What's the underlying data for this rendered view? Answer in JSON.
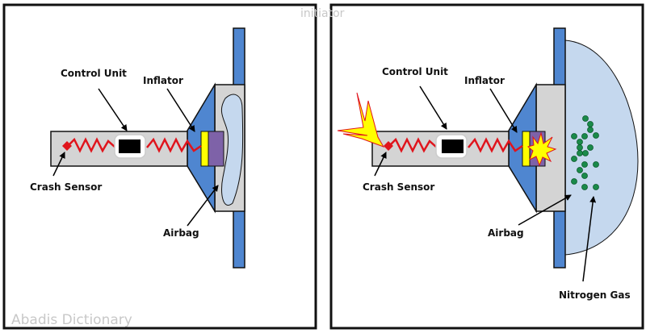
{
  "watermark_top": "initiator",
  "watermark_bottom": "Abadis Dictionary",
  "colors": {
    "blue": "#4f86d0",
    "gray": "#d4d4d4",
    "airbag": "#c5d8ee",
    "wire": "#e0141c",
    "yellow": "#ffff00",
    "purple": "#7e62a8",
    "gas": "#1a8a4a"
  },
  "panels": [
    {
      "id": "before-deployment",
      "labels": {
        "control_unit": "Control Unit",
        "inflator": "Inflator",
        "crash_sensor": "Crash Sensor",
        "airbag": "Airbag"
      }
    },
    {
      "id": "after-deployment",
      "labels": {
        "control_unit": "Control Unit",
        "inflator": "Inflator",
        "crash_sensor": "Crash Sensor",
        "airbag": "Airbag",
        "nitrogen_gas": "Nitrogen Gas"
      }
    }
  ]
}
